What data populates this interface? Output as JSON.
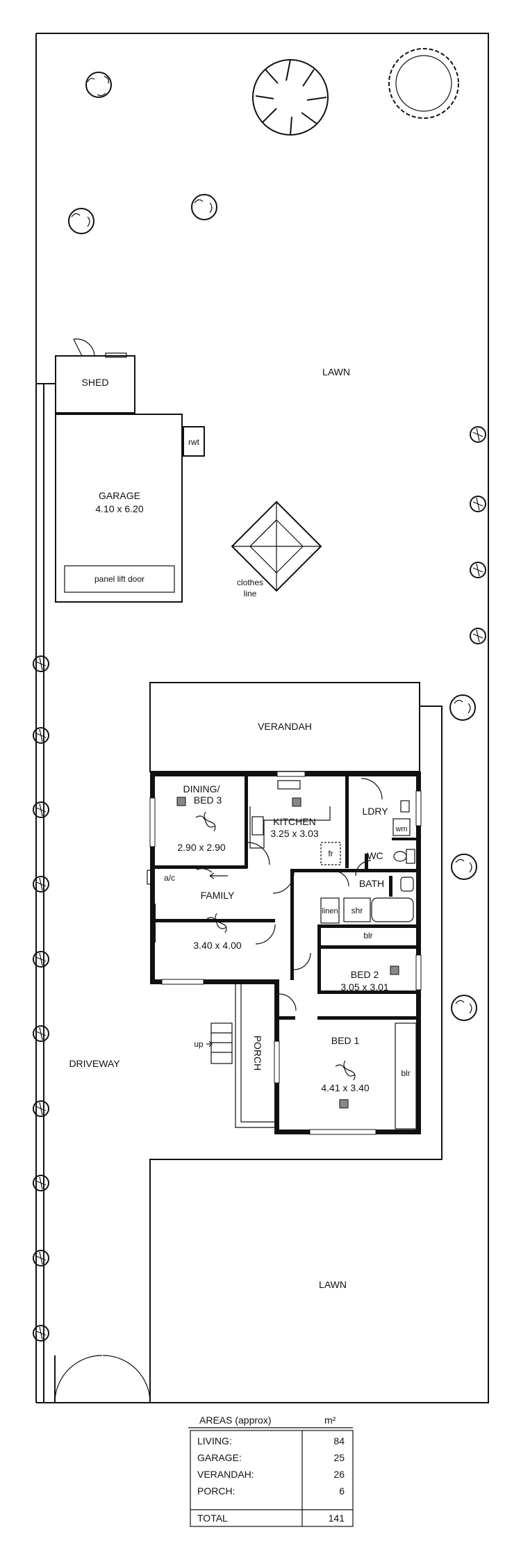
{
  "site": {
    "lawn_north": "LAWN",
    "lawn_south": "LAWN",
    "driveway": "DRIVEWAY"
  },
  "outbuildings": {
    "shed": "SHED",
    "garage_name": "GARAGE",
    "garage_size": "4.10 x 6.20",
    "panel_lift_door": "panel lift door",
    "rwt": "rwt",
    "clothes_line_1": "clothes",
    "clothes_line_2": "line"
  },
  "rooms": {
    "verandah": "VERANDAH",
    "dining_1": "DINING/",
    "dining_2": "BED 3",
    "dining_size": "2.90 x 2.90",
    "kitchen": "KITCHEN",
    "kitchen_size": "3.25 x 3.03",
    "fr": "fr",
    "ldry": "LDRY",
    "wm": "wm",
    "wc": "WC",
    "bath": "BATH",
    "linen": "linen",
    "shr": "shr",
    "family": "FAMILY",
    "family_size": "3.40 x 4.00",
    "ac": "a/c",
    "bir_bed2": "blr",
    "bed2": "BED 2",
    "bed2_size": "3.05 x 3.01",
    "porch": "PORCH",
    "up": "up",
    "bed1": "BED 1",
    "bed1_size": "4.41 x 3.40",
    "bir_bed1": "blr"
  },
  "areas": {
    "title": "AREAS (approx)",
    "unit": "m²",
    "rows": [
      {
        "label": "LIVING:",
        "value": "84"
      },
      {
        "label": "GARAGE:",
        "value": "25"
      },
      {
        "label": "VERANDAH:",
        "value": "26"
      },
      {
        "label": "PORCH:",
        "value": "6"
      }
    ],
    "total_label": "TOTAL",
    "total_value": "141"
  }
}
